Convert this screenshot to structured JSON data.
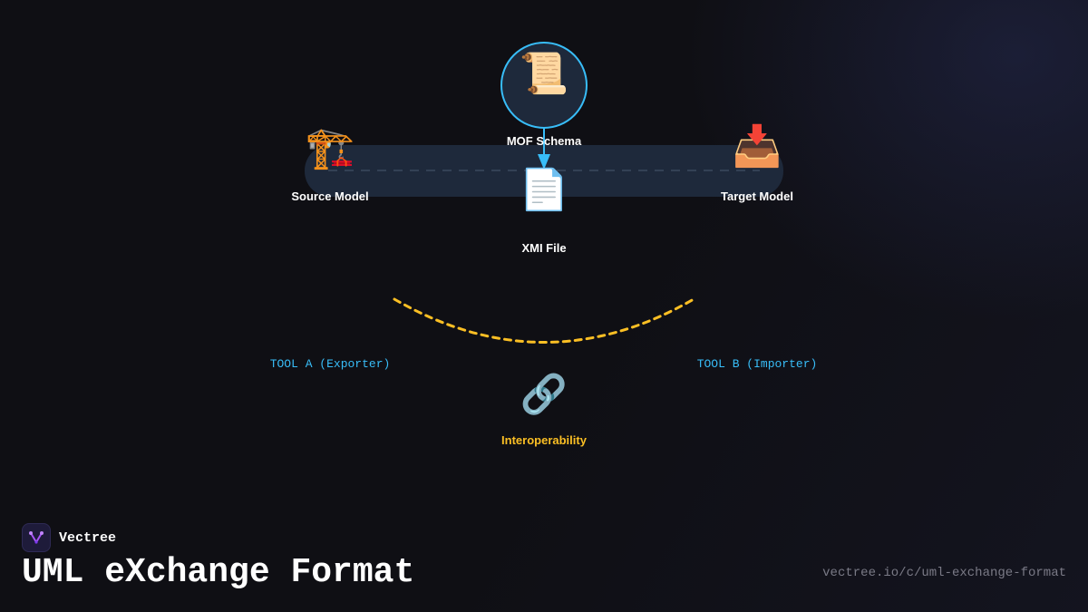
{
  "diagram": {
    "nodes": {
      "mof_schema": {
        "label": "MOF Schema",
        "icon": "scroll-icon",
        "glyph": "📜"
      },
      "source_model": {
        "label": "Source Model",
        "icon": "construction-crane-icon",
        "glyph": "🏗️"
      },
      "target_model": {
        "label": "Target Model",
        "icon": "inbox-tray-icon",
        "glyph": "📥"
      },
      "xmi_file": {
        "label": "XMI File",
        "icon": "document-icon",
        "glyph": "📄"
      },
      "interoperability": {
        "label": "Interoperability",
        "icon": "link-icon",
        "glyph": "🔗"
      }
    },
    "tools": {
      "exporter": "TOOL A (Exporter)",
      "importer": "TOOL B (Importer)"
    },
    "colors": {
      "accent_blue": "#38bdf8",
      "accent_amber": "#fbbf24",
      "track": "#1e293b"
    }
  },
  "footer": {
    "brand": "Vectree",
    "title": "UML eXchange Format",
    "url": "vectree.io/c/uml-exchange-format"
  }
}
